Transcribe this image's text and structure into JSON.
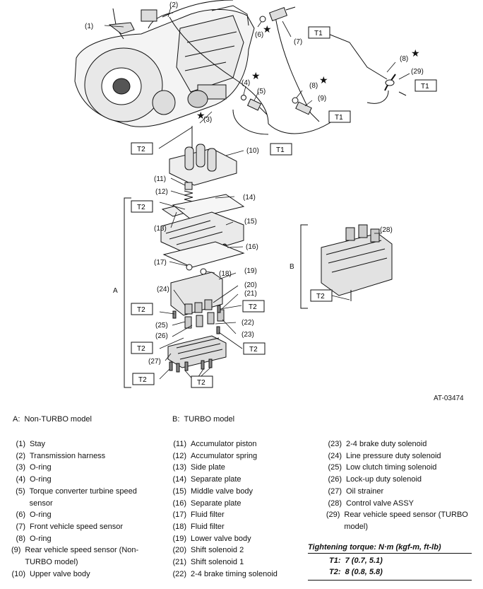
{
  "figure_id": "AT-03474",
  "callouts": {
    "c1": "(1)",
    "c2": "(2)",
    "c3": "(3)",
    "c4": "(4)",
    "c5": "(5)",
    "c6": "(6)",
    "c7": "(7)",
    "c8a": "(8)",
    "c8b": "(8)",
    "c9": "(9)",
    "c10": "(10)",
    "c11": "(11)",
    "c12": "(12)",
    "c13": "(13)",
    "c14": "(14)",
    "c15": "(15)",
    "c16": "(16)",
    "c17": "(17)",
    "c18": "(18)",
    "c19": "(19)",
    "c20": "(20)",
    "c21": "(21)",
    "c22": "(22)",
    "c23": "(23)",
    "c24": "(24)",
    "c25": "(25)",
    "c26": "(26)",
    "c27": "(27)",
    "c28": "(28)",
    "c29": "(29)",
    "A": "A",
    "B": "B"
  },
  "torque_boxes": {
    "t1": "T1",
    "t2": "T2"
  },
  "models": {
    "a_key": "A:",
    "a_text": "Non-TURBO model",
    "b_key": "B:",
    "b_text": "TURBO model"
  },
  "legend_col1": [
    {
      "num": "(1)",
      "text": "Stay"
    },
    {
      "num": "(2)",
      "text": "Transmission harness"
    },
    {
      "num": "(3)",
      "text": "O-ring"
    },
    {
      "num": "(4)",
      "text": "O-ring"
    },
    {
      "num": "(5)",
      "text": "Torque converter turbine speed sensor"
    },
    {
      "num": "(6)",
      "text": "O-ring"
    },
    {
      "num": "(7)",
      "text": "Front vehicle speed sensor"
    },
    {
      "num": "(8)",
      "text": "O-ring"
    },
    {
      "num": "(9)",
      "text": "Rear vehicle speed sensor (Non-TURBO model)"
    },
    {
      "num": "(10)",
      "text": "Upper valve body"
    }
  ],
  "legend_col2": [
    {
      "num": "(11)",
      "text": "Accumulator piston"
    },
    {
      "num": "(12)",
      "text": "Accumulator spring"
    },
    {
      "num": "(13)",
      "text": "Side plate"
    },
    {
      "num": "(14)",
      "text": "Separate plate"
    },
    {
      "num": "(15)",
      "text": "Middle valve body"
    },
    {
      "num": "(16)",
      "text": "Separate plate"
    },
    {
      "num": "(17)",
      "text": "Fluid filter"
    },
    {
      "num": "(18)",
      "text": "Fluid filter"
    },
    {
      "num": "(19)",
      "text": "Lower valve body"
    },
    {
      "num": "(20)",
      "text": "Shift solenoid 2"
    },
    {
      "num": "(21)",
      "text": "Shift solenoid 1"
    },
    {
      "num": "(22)",
      "text": "2-4 brake timing solenoid"
    }
  ],
  "legend_col3": [
    {
      "num": "(23)",
      "text": "2-4 brake duty solenoid"
    },
    {
      "num": "(24)",
      "text": "Line pressure duty solenoid"
    },
    {
      "num": "(25)",
      "text": "Low clutch timing solenoid"
    },
    {
      "num": "(26)",
      "text": "Lock-up duty solenoid"
    },
    {
      "num": "(27)",
      "text": "Oil strainer"
    },
    {
      "num": "(28)",
      "text": "Control valve ASSY"
    },
    {
      "num": "(29)",
      "text": "Rear vehicle speed sensor (TURBO model)"
    }
  ],
  "torque_table": {
    "title": "Tightening torque: N·m (kgf-m, ft-lb)",
    "rows": [
      {
        "key": "T1:",
        "value": "7 (0.7, 5.1)"
      },
      {
        "key": "T2:",
        "value": "8 (0.8, 5.8)"
      }
    ]
  }
}
